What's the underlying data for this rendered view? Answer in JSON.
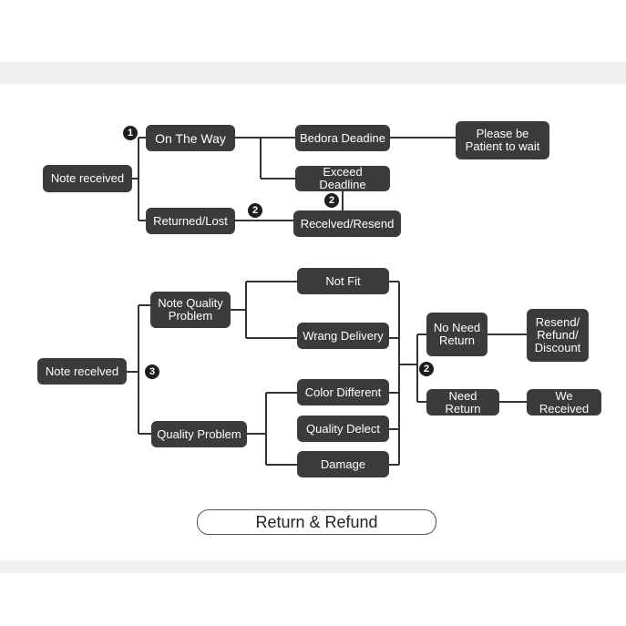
{
  "top_flow": {
    "root": "Note received",
    "on_the_way": "On The Way",
    "returned_lost": "Returned/Lost",
    "before_deadline": "Bedora Deadine",
    "exceed_deadline": "Exceed Deadline",
    "received_resend": "Recelved/Resend",
    "be_patient": "Please be\nPatient to wait",
    "badge_1": "1",
    "badge_2": "2"
  },
  "bottom_flow": {
    "root": "Note recelved",
    "note_quality_problem": "Note Quality\nProblem",
    "quality_problem": "Quality Problem",
    "not_fit": "Not Fit",
    "wrong_delivery": "Wrang Delivery",
    "color_different": "Color Different",
    "quality_defect": "Quality Delect",
    "damage": "Damage",
    "no_need_return": "No Need\nReturn",
    "need_return": "Need Return",
    "resend_refund_discount": "Resend/\nRefund/\nDiscount",
    "we_received": "We Received",
    "badge_3": "3",
    "badge_2": "2"
  },
  "caption": "Return & Refund",
  "colors": {
    "node": "#3b3b3b",
    "line": "#333333",
    "band": "#f0f0f0"
  }
}
